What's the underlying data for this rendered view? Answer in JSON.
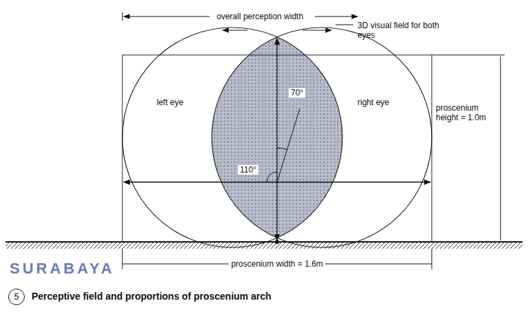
{
  "diagram": {
    "caption": "Perceptive field and proportions of proscenium arch",
    "labels": [
      "overall perception width",
      "3D visual field for both eyes",
      "left eye",
      "right eye",
      "70°",
      "110°",
      "proscenium height = 1.0m",
      "proscenium width = 1.6m",
      "5",
      "SURABAYA"
    ]
  }
}
